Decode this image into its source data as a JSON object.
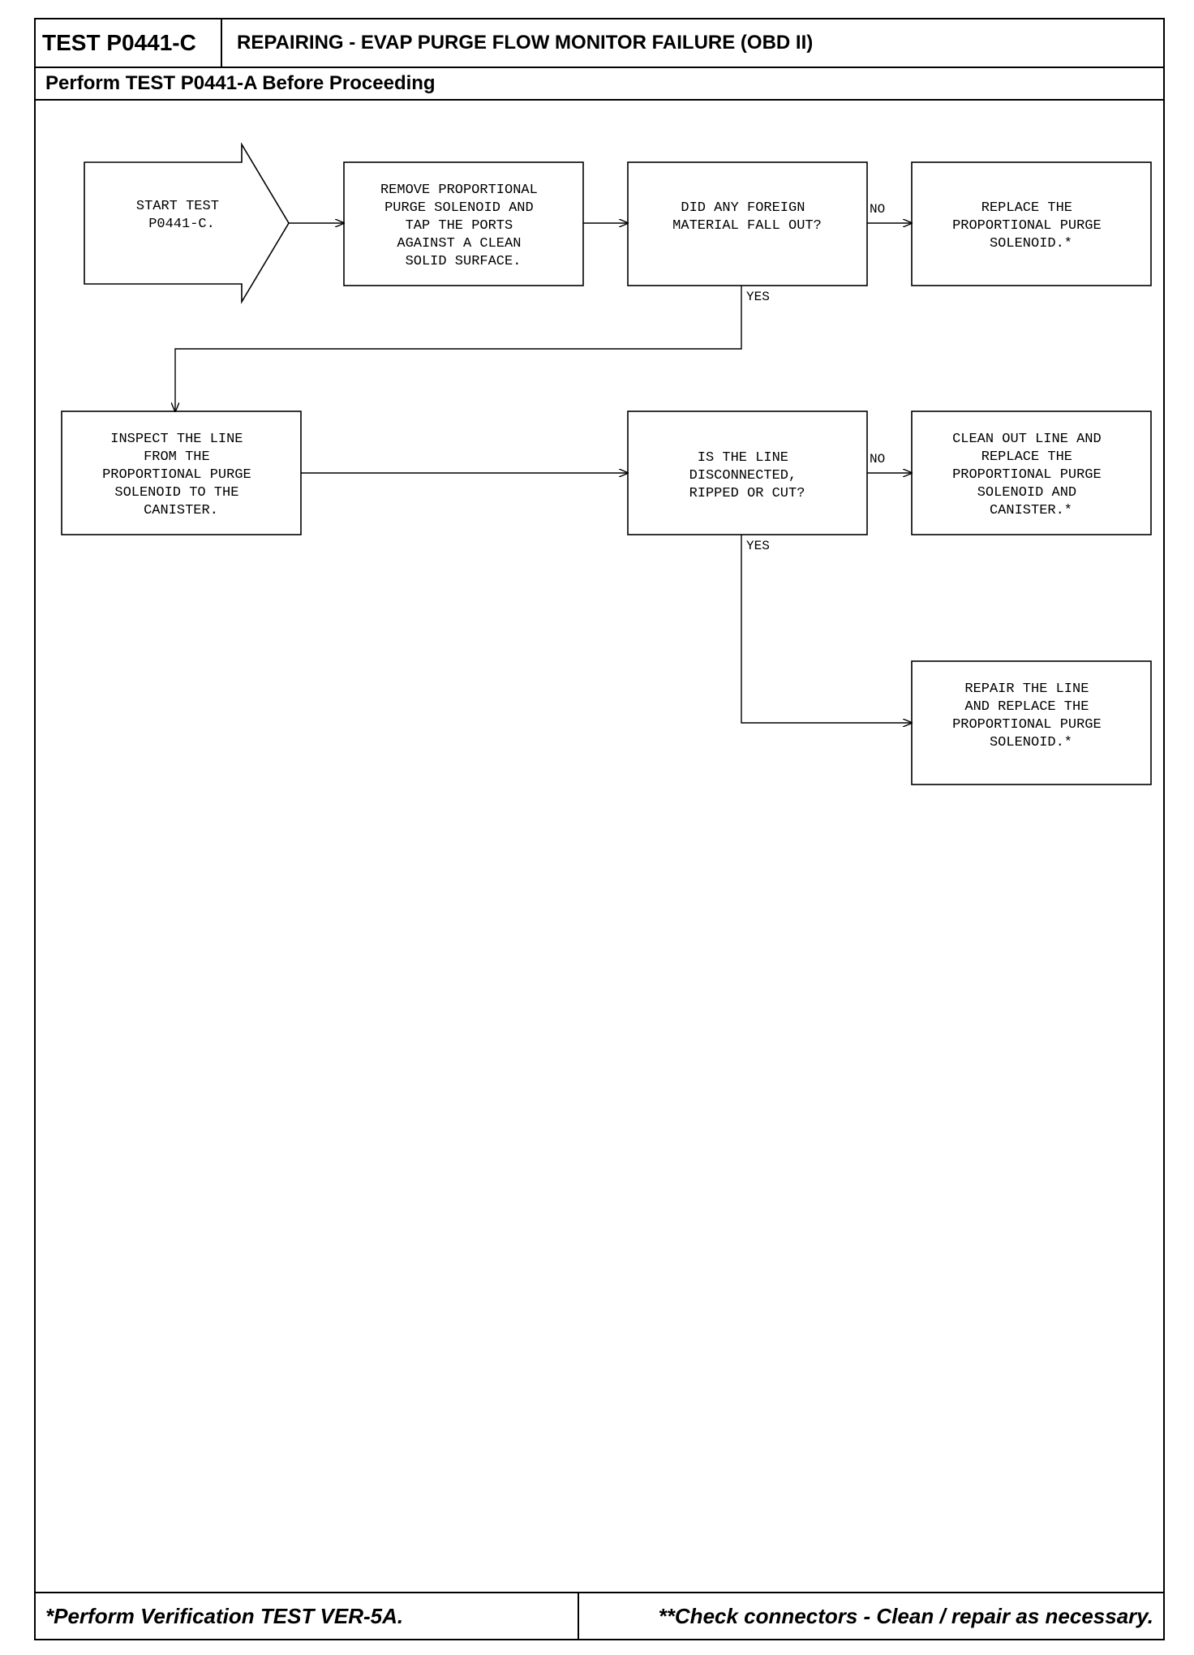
{
  "header": {
    "test_id": "TEST P0441-C",
    "title": "REPAIRING - EVAP PURGE FLOW MONITOR FAILURE (OBD II)",
    "prerequisite": "Perform TEST P0441-A Before Proceeding"
  },
  "flowchart": {
    "start": [
      "START TEST",
      "P0441-C."
    ],
    "step_remove": [
      "REMOVE PROPORTIONAL",
      "PURGE SOLENOID AND",
      "TAP THE PORTS",
      "AGAINST A CLEAN",
      "SOLID SURFACE."
    ],
    "decision_foreign": [
      "DID ANY FOREIGN",
      "MATERIAL FALL OUT?"
    ],
    "result_replace": [
      "REPLACE THE",
      "PROPORTIONAL PURGE",
      "SOLENOID.*"
    ],
    "step_inspect": [
      "INSPECT THE LINE",
      "FROM THE",
      "PROPORTIONAL PURGE",
      "SOLENOID TO THE",
      "CANISTER."
    ],
    "decision_line": [
      "IS THE LINE",
      "DISCONNECTED,",
      "RIPPED OR CUT?"
    ],
    "result_clean": [
      "CLEAN OUT LINE AND",
      "REPLACE THE",
      "PROPORTIONAL PURGE",
      "SOLENOID AND",
      "CANISTER.*"
    ],
    "result_repair": [
      "REPAIR THE LINE",
      "AND REPLACE THE",
      "PROPORTIONAL PURGE",
      "SOLENOID.*"
    ],
    "labels": {
      "no": "NO",
      "yes": "YES"
    }
  },
  "footer": {
    "left": "*Perform Verification TEST VER-5A.",
    "right": "**Check connectors - Clean / repair as necessary."
  }
}
